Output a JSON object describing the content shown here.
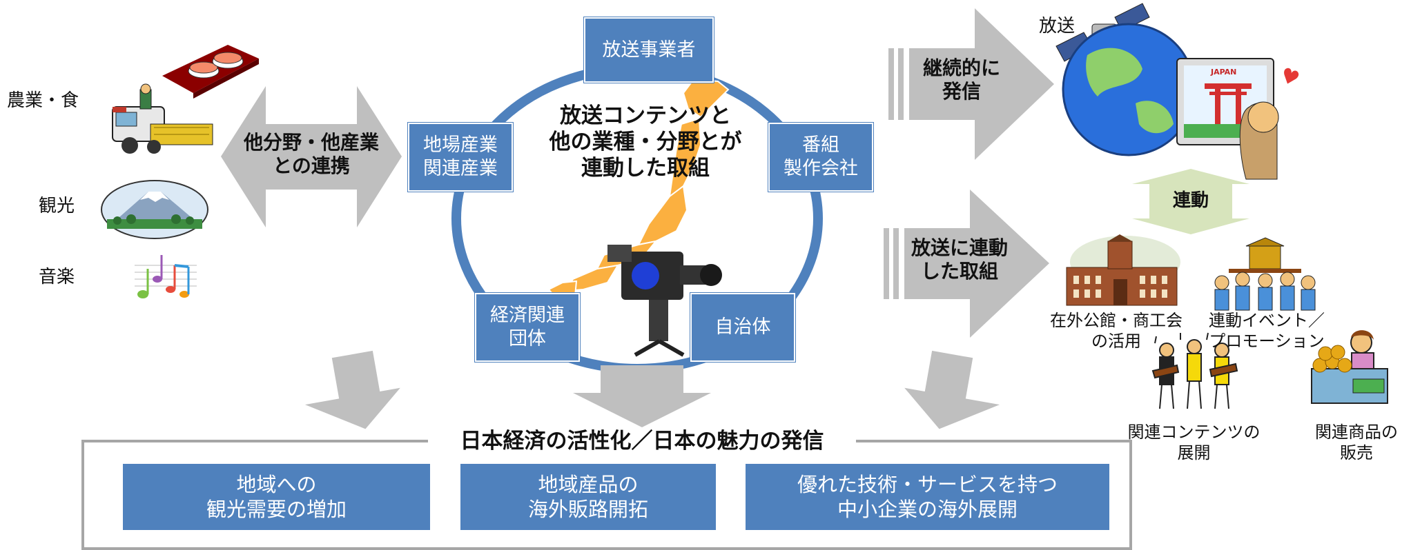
{
  "left": {
    "categories": [
      "農業・食",
      "観光",
      "音楽"
    ],
    "arrow_label": "他分野・他産業\nとの連携"
  },
  "center": {
    "main_text": "放送コンテンツと\n他の業種・分野とが\n連動した取組",
    "nodes": {
      "broadcaster": "放送事業者",
      "production": "番組\n製作会社",
      "municipality": "自治体",
      "economic_groups": "経済関連\n団体",
      "local_industry": "地場産業\n関連産業"
    }
  },
  "right": {
    "arrow_top_label": "継続的に\n発信",
    "arrow_bottom_label": "放送に連動\nした取組",
    "broadcast_label": "放送",
    "japan_label": "JAPAN",
    "linkage_label": "連動",
    "items": {
      "embassy": "在外公館・商工会\nの活用",
      "event": "連動イベント／\nプロモーション",
      "content": "関連コンテンツの\n展開",
      "products": "関連商品の\n販売"
    }
  },
  "bottom": {
    "title": "日本経済の活性化／日本の魅力の発信",
    "boxes": [
      "地域への\n観光需要の増加",
      "地域産品の\n海外販路開拓",
      "優れた技術・サービスを持つ\n中小企業の海外展開"
    ]
  },
  "colors": {
    "blue": "#4f81bd",
    "gray_arrow": "#bfbfbf",
    "map_orange": "#fbb040",
    "linkage_green": "#d7e4bc"
  }
}
